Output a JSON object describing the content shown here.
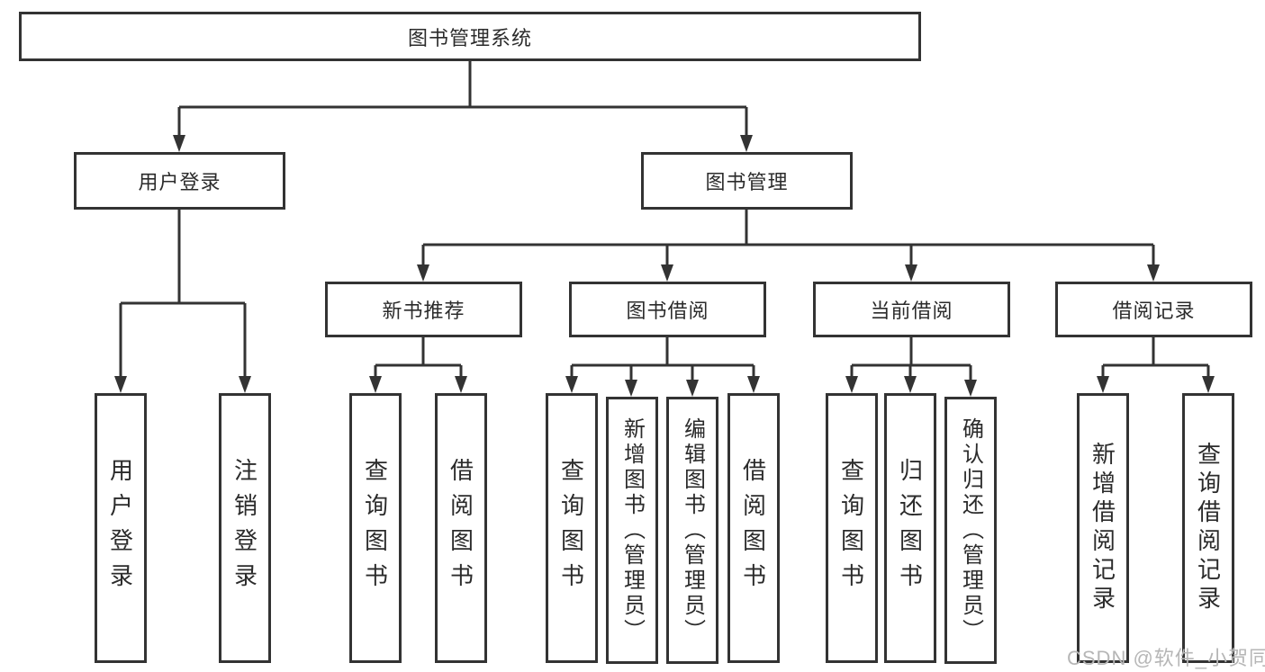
{
  "root": {
    "label": "图书管理系统",
    "children": [
      {
        "label": "用户登录",
        "children": [
          {
            "label": "用户登录"
          },
          {
            "label": "注销登录"
          }
        ]
      },
      {
        "label": "图书管理",
        "children": [
          {
            "label": "新书推荐",
            "children": [
              {
                "label": "查询图书"
              },
              {
                "label": "借阅图书"
              }
            ]
          },
          {
            "label": "图书借阅",
            "children": [
              {
                "label": "查询图书"
              },
              {
                "label": "新增图书（管理员）"
              },
              {
                "label": "编辑图书（管理员）"
              },
              {
                "label": "借阅图书"
              }
            ]
          },
          {
            "label": "当前借阅",
            "children": [
              {
                "label": "查询图书"
              },
              {
                "label": "归还图书"
              },
              {
                "label": "确认归还（管理员）"
              }
            ]
          },
          {
            "label": "借阅记录",
            "children": [
              {
                "label": "新增借阅记录"
              },
              {
                "label": "查询借阅记录"
              }
            ]
          }
        ]
      }
    ]
  },
  "watermark": {
    "text": "CSDN @软件_小贺同学"
  },
  "colors": {
    "line": "#333333",
    "text": "#2b2b2b",
    "box_background": "#ffffff",
    "watermark": "#b6b6b6",
    "background": "#ffffff"
  }
}
